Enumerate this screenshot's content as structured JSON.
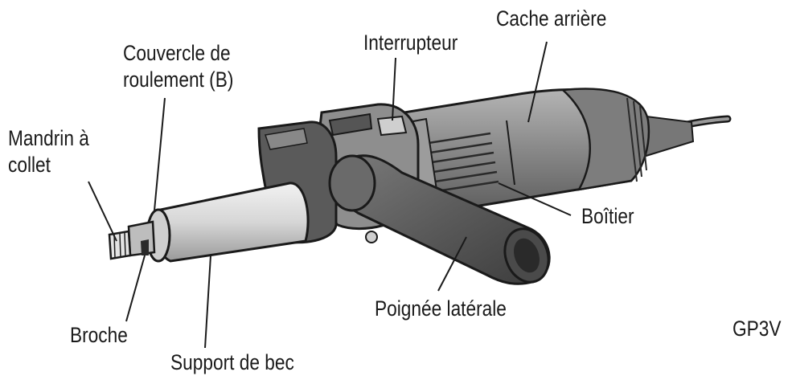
{
  "labels": {
    "cache_arriere": "Cache arrière",
    "interrupteur": "Interrupteur",
    "couvercle_line1": "Couvercle de",
    "couvercle_line2": "roulement (B)",
    "mandrin_line1": "Mandrin à",
    "mandrin_line2": "collet",
    "boitier": "Boîtier",
    "poignee": "Poignée latérale",
    "broche": "Broche",
    "support": "Support de bec",
    "model": "GP3V"
  },
  "colors": {
    "ink": "#1a1a1a",
    "body_dark": "#6e6e6e",
    "body_mid": "#8c8c8c",
    "body_light": "#b4b4b4",
    "metal": "#dcdcdc"
  }
}
